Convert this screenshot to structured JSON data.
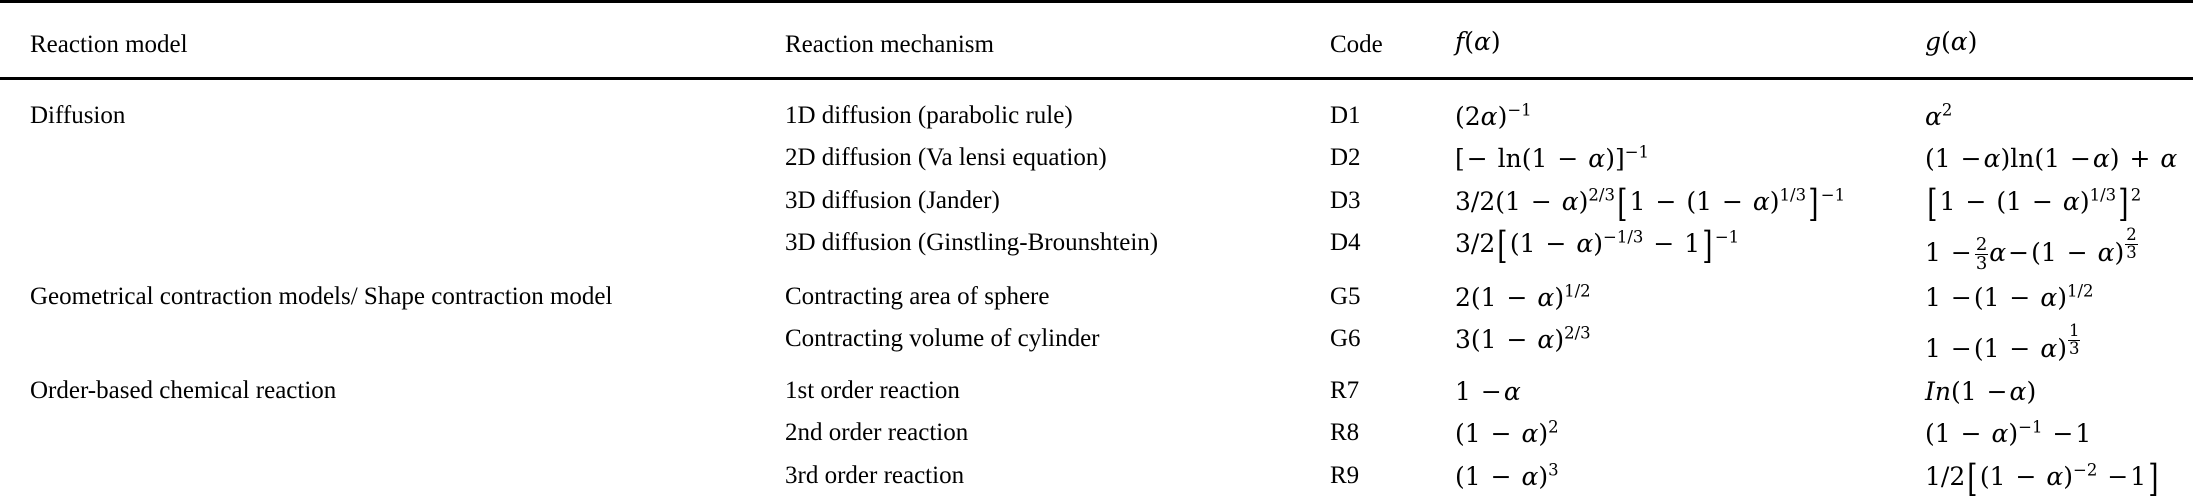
{
  "table": {
    "headers": {
      "model": "Reaction model",
      "mechanism": "Reaction mechanism",
      "code": "Code",
      "f_alpha": "f(α)",
      "g_alpha": "g(α)"
    },
    "groups": [
      {
        "model": "Diffusion",
        "rows": [
          {
            "mechanism": "1D diffusion (parabolic rule)",
            "code": "D1",
            "f_alpha_text": "(2α)⁻¹",
            "g_alpha_text": "α²"
          },
          {
            "mechanism": "2D diffusion (Va lensi equation)",
            "code": "D2",
            "f_alpha_text": "[− ln(1 − α)]⁻¹",
            "g_alpha_text": "(1 −α)ln(1 −α) + α"
          },
          {
            "mechanism": "3D diffusion (Jander)",
            "code": "D3",
            "f_alpha_text": "3/2(1 − α)^(2/3) [1 − (1 − α)^(1/3)]^(−1)",
            "g_alpha_text": "[1 − (1 − α)^(1/3)]²"
          },
          {
            "mechanism": "3D diffusion (Ginstling-Brounshtein)",
            "code": "D4",
            "f_alpha_text": "3/2[(1 − α)^(−1/3) − 1]^(−1)",
            "g_alpha_text": "1 − (2/3)α −(1 − α)^(2/3)"
          }
        ]
      },
      {
        "model": "Geometrical contraction models/ Shape contraction model",
        "rows": [
          {
            "mechanism": "Contracting area of sphere",
            "code": "G5",
            "f_alpha_text": "2(1 − α)^(1/2)",
            "g_alpha_text": "1 −(1 − α)^(1/2)"
          },
          {
            "mechanism": "Contracting volume of cylinder",
            "code": "G6",
            "f_alpha_text": "3(1 − α)^(2/3)",
            "g_alpha_text": "1 −(1 − α)^(1/3)"
          }
        ]
      },
      {
        "model": "Order-based chemical reaction",
        "rows": [
          {
            "mechanism": "1st order reaction",
            "code": "R7",
            "f_alpha_text": "1 −α",
            "g_alpha_text": "In(1 −α)"
          },
          {
            "mechanism": "2nd order reaction",
            "code": "R8",
            "f_alpha_text": "(1 − α)²",
            "g_alpha_text": "(1 − α)⁻¹ −1"
          },
          {
            "mechanism": "3rd order reaction",
            "code": "R9",
            "f_alpha_text": "(1 − α)³",
            "g_alpha_text": "1/2[(1 − α)⁻² −1]"
          }
        ]
      }
    ]
  }
}
